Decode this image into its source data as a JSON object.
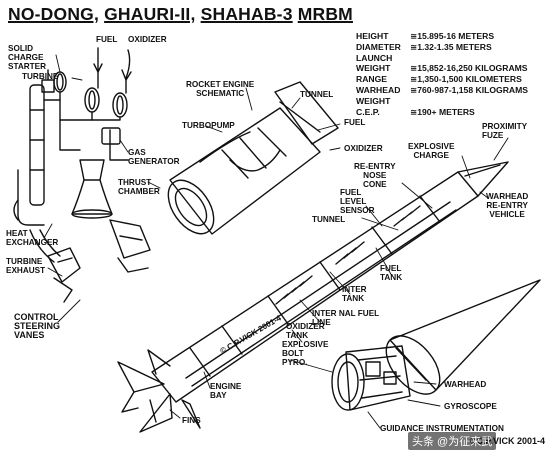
{
  "title": {
    "part1": "NO-DONG,",
    "part2": "GHAURI-II,",
    "part3": "SHAHAB-3",
    "part4": "MRBM"
  },
  "specs": [
    {
      "key": "HEIGHT",
      "value": "≅15.895-16 METERS"
    },
    {
      "key": "DIAMETER",
      "value": "≅1.32-1.35 METERS"
    },
    {
      "key": "LAUNCH",
      "value": ""
    },
    {
      "key": "WEIGHT",
      "value": "≅15,852-16,250 KILOGRAMS"
    },
    {
      "key": "RANGE",
      "value": "≅1,350-1,500 KILOMETERS"
    },
    {
      "key": "WARHEAD",
      "value": "≅760-987-1,158 KILOGRAMS"
    },
    {
      "key": "WEIGHT",
      "value": ""
    },
    {
      "key": "C.E.P.",
      "value": "≅190+    METERS"
    }
  ],
  "labels": {
    "fuel_top": "FUEL",
    "oxidizer_top": "OXIDIZER",
    "solid_charge_starter": "SOLID\nCHARGE\nSTARTER",
    "turbine": "TURBINE",
    "rocket_engine_schematic": "ROCKET ENGINE\nSCHEMATIC",
    "tunnel_top": "TUNNEL",
    "fuel_mid": "FUEL",
    "turbopump": "TURBOPUMP",
    "oxidizer_mid": "OXIDIZER",
    "gas_generator": "GAS\nGENERATOR",
    "thrust_chamber": "THRUST\nCHAMBER",
    "heat_exchanger": "HEAT\nEXCHANGER",
    "turbine_exhaust": "TURBINE\nEXHAUST",
    "control_steering_vanes": "CONTROL\nSTEERING\nVANES",
    "proximity_fuze": "PROXIMITY\nFUZE",
    "explosive_charge": "EXPLOSIVE\nCHARGE",
    "reentry_nose_cone": "RE-ENTRY\nNOSE\nCONE",
    "fuel_level_sensor": "FUEL\nLEVEL\nSENSOR",
    "warhead_reentry_vehicle": "WARHEAD\nRE-ENTRY\nVEHICLE",
    "tunnel_mid": "TUNNEL",
    "fuel_tank": "FUEL\nTANK",
    "inter_tank": "INTER\nTANK",
    "oxidizer_tank": "OXIDIZER\nTANK",
    "internal_fuel_line": "INTER NAL FUEL\nLINE",
    "explosive_bolt_pyro": "EXPLOSIVE\nBOLT\nPYRO.",
    "engine_bay": "ENGINE\nBAY",
    "fins": "FINS",
    "warhead": "WARHEAD",
    "gyroscope": "GYROSCOPE",
    "guidance_instrumentation": "GUIDANCE INSTRUMENTATION",
    "credit": "©C.P.VICK 2001-4",
    "body_signature": "© C.P.VICK 2001-4",
    "watermark": "头条 @为征来武"
  }
}
